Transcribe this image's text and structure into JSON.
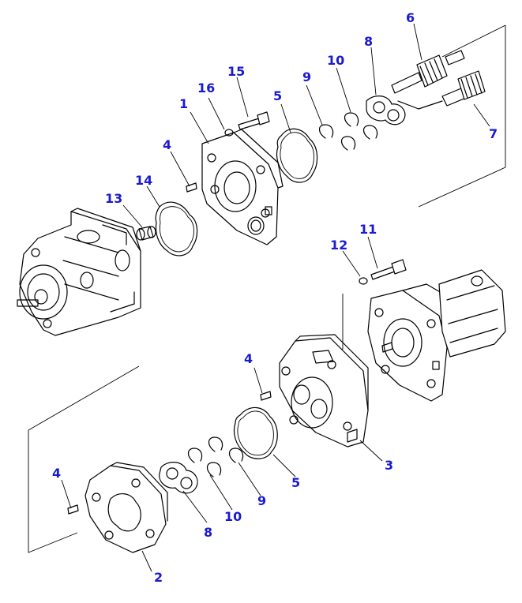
{
  "diagram": {
    "label_color": "#1a1ad0",
    "line_color": "#000000",
    "callouts": [
      {
        "id": "c1",
        "text": "1"
      },
      {
        "id": "c2",
        "text": "2"
      },
      {
        "id": "c3",
        "text": "3"
      },
      {
        "id": "c4a",
        "text": "4"
      },
      {
        "id": "c4b",
        "text": "4"
      },
      {
        "id": "c4c",
        "text": "4"
      },
      {
        "id": "c5a",
        "text": "5"
      },
      {
        "id": "c5b",
        "text": "5"
      },
      {
        "id": "c6",
        "text": "6"
      },
      {
        "id": "c7",
        "text": "7"
      },
      {
        "id": "c8a",
        "text": "8"
      },
      {
        "id": "c8b",
        "text": "8"
      },
      {
        "id": "c9a",
        "text": "9"
      },
      {
        "id": "c9b",
        "text": "9"
      },
      {
        "id": "c10a",
        "text": "10"
      },
      {
        "id": "c10b",
        "text": "10"
      },
      {
        "id": "c11",
        "text": "11"
      },
      {
        "id": "c12",
        "text": "12"
      },
      {
        "id": "c13",
        "text": "13"
      },
      {
        "id": "c14",
        "text": "14"
      },
      {
        "id": "c15",
        "text": "15"
      },
      {
        "id": "c16",
        "text": "16"
      }
    ]
  }
}
